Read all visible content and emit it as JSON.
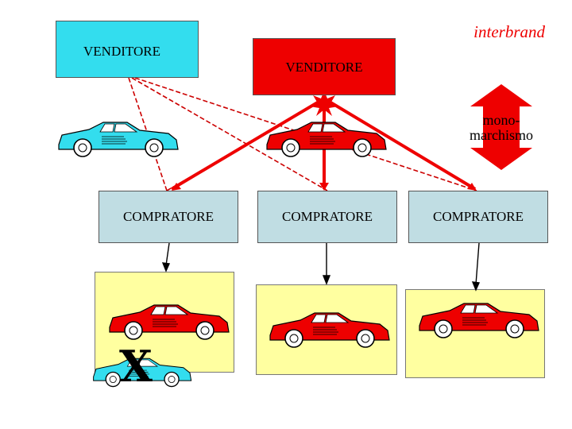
{
  "diagram": {
    "brand": "interbrand",
    "seller_label": "VENDITORE",
    "buyer_label": "COMPRATORE",
    "mono_label": "mono-\nmarchismo",
    "x_label": "X"
  },
  "colors": {
    "seller_left_fill": "#33ddee",
    "seller_right_fill": "#ee0000",
    "buyer_fill": "#c0dde3",
    "panel_fill": "#ffffa0",
    "red_car": "#ee0000",
    "blue_car": "#33ddee",
    "arrow_red": "#ee0000"
  },
  "icons": [
    "cyan-car-icon",
    "red-car-icon",
    "explosion-icon",
    "double-arrow-icon"
  ]
}
